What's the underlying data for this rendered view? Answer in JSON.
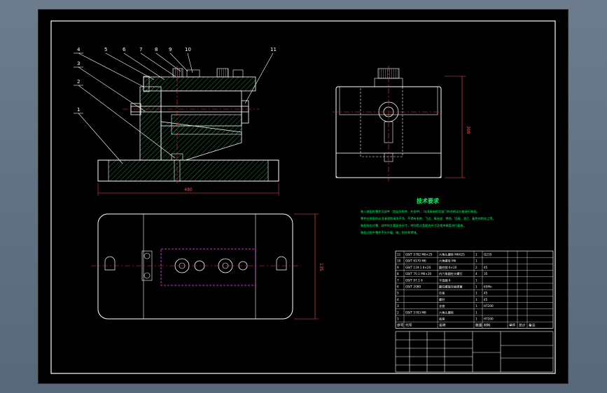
{
  "drawing": {
    "balloons": [
      "4",
      "5",
      "6",
      "7",
      "8",
      "9",
      "10",
      "11",
      "3",
      "2",
      "1"
    ],
    "dim_front_width": "480",
    "dim_side_height": "300",
    "dim_top_height": "135",
    "tech_title": "技术要求",
    "tech_lines": [
      "装入装配的零件及部件（包括外购件、外协件），均须具有检验部门的合格证方能进行装配。",
      "零件在装配前必须清理和清洗干净，不得有毛刺、飞边、氧化皮、锈蚀、切屑、油污、着色剂和灰尘等。",
      "装配前应对零、部件的主要配合尺寸，特别是过盈配合尺寸及相关精度进行复查。",
      "装配过程中零件不允许磕、碰、划伤和锈蚀。"
    ]
  },
  "bom": {
    "rows": [
      [
        "11",
        "GB/T 5782 M6×25",
        "六角头螺栓 M6X25",
        "1",
        "Q235",
        ""
      ],
      [
        "10",
        "GB/T 6170 M6",
        "六角螺母 M6",
        "1",
        "",
        ""
      ],
      [
        "9",
        "GB/T 119.1 6×20",
        "圆柱销 6×20",
        "2",
        "45",
        ""
      ],
      [
        "8",
        "GB/T 70.1 M6×20",
        "内六角圆柱头螺钉",
        "4",
        "35",
        ""
      ],
      [
        "7",
        "GB/T 97.1 6",
        "平垫圈 6",
        "1",
        "",
        ""
      ],
      [
        "6",
        "GB/T 2089",
        "圆柱螺旋压缩弹簧",
        "1",
        "65Mn",
        ""
      ],
      [
        "5",
        "",
        "压板",
        "1",
        "45",
        ""
      ],
      [
        "4",
        "",
        "螺杆",
        "1",
        "45",
        ""
      ],
      [
        "3",
        "",
        "支座",
        "1",
        "HT200",
        ""
      ],
      [
        "2",
        "GB/T 5783 M8",
        "六角头螺栓",
        "1",
        "",
        ""
      ],
      [
        "1",
        "",
        "底座",
        "1",
        "HT200",
        ""
      ]
    ],
    "header": [
      "序号",
      "代号",
      "名称",
      "数量",
      "材料",
      "单件",
      "总计",
      "备注"
    ]
  },
  "colors": {
    "sheet": "#000000",
    "line": "#ffffff",
    "hatch": "#22c55e",
    "centerline": "#ff3030",
    "hidden": "#ff40ff",
    "tech_text": "#00ff66",
    "dim": "#ff5050"
  }
}
